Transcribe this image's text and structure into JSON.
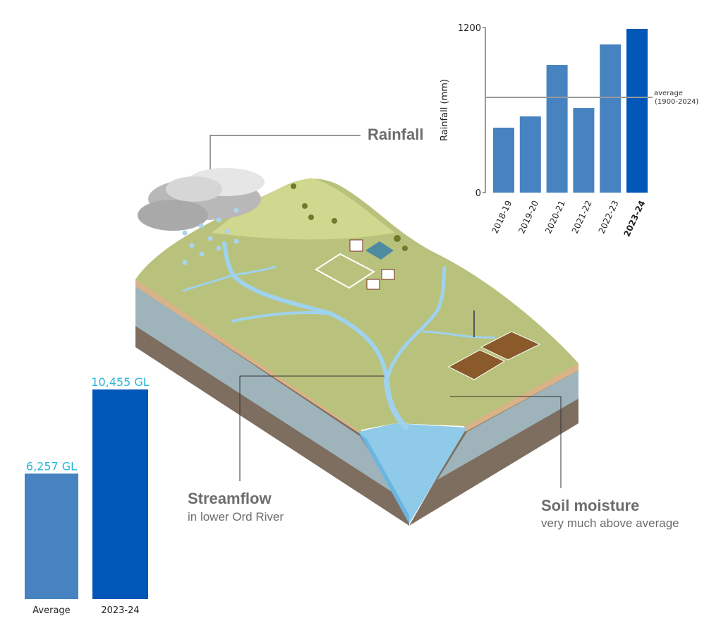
{
  "labels": {
    "rainfall": "Rainfall",
    "streamflow": "Streamflow",
    "streamflow_sub": "in lower Ord River",
    "soil_moisture": "Soil moisture",
    "soil_moisture_sub": "very much above average"
  },
  "colors": {
    "bar": "#4683c0",
    "bar_highlight": "#0057b7",
    "value_label": "#29b6dc",
    "average_line": "#9a9a9a",
    "label_gray": "#6d6d6d"
  },
  "chart_data": [
    {
      "type": "bar",
      "title": "",
      "ylabel": "Rainfall (mm)",
      "xlabel": "",
      "ylim": [
        0,
        1200
      ],
      "yticks": [
        "0",
        "1200"
      ],
      "categories": [
        "2018-19",
        "2019-20",
        "2020-21",
        "2021-22",
        "2022-23",
        "2023-24"
      ],
      "values": [
        472,
        554,
        928,
        615,
        1077,
        1190
      ],
      "highlight": "2023-24",
      "reference_line": {
        "value": 692,
        "label": "average",
        "label2": "(1900-2024)"
      }
    },
    {
      "type": "bar",
      "title": "Streamflow",
      "ylabel": "",
      "xlabel": "",
      "ylim": [
        0,
        10455
      ],
      "categories": [
        "Average",
        "2023-24"
      ],
      "values": [
        6257,
        10455
      ],
      "value_labels": [
        "6,257 GL",
        "10,455 GL"
      ],
      "highlight": "2023-24"
    }
  ]
}
